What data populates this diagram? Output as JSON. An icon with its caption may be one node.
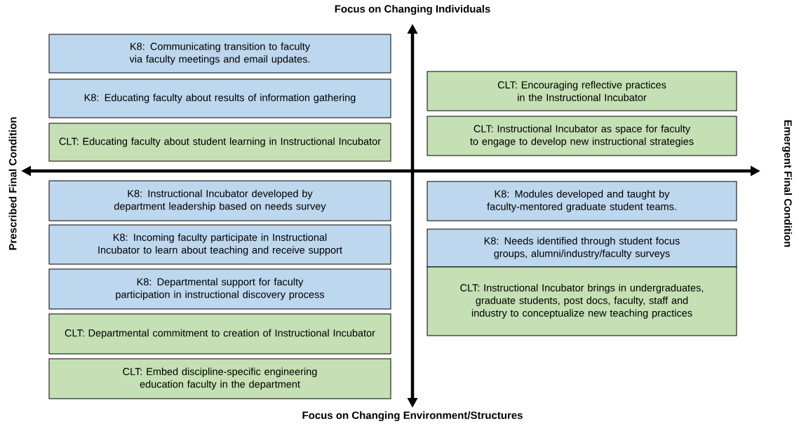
{
  "diagram": {
    "nodes": [
      {
        "text": [
          "K8: Communicating transition to faculty via faculty meetings and email updates."
        ]
      },
      {
        "text": [
          "K8: Educating faculty about results of information gathering"
        ]
      },
      {
        "text": [
          "CLT: Educating faculty about student learning in Instructional Incubator"
        ]
      },
      {
        "text": [
          "K8: Instructional Incubator developed by department leadership based on needs survey"
        ]
      },
      {
        "text": [
          "K8: Incoming faculty participate in Instructional Incubator to learn about teaching and receive support"
        ]
      },
      {
        "text": [
          "K8: Departmental support for faculty participation in instructional discovery process"
        ]
      },
      {
        "text": [
          "CLT: Departmental commitment to creation of Instructional Incubator"
        ]
      },
      {
        "text": [
          "CLT: Embed discipline-specific engineering education faculty in the department"
        ]
      },
      {
        "text": [
          "CLT: Encouraging reflective practices in the Instructional Incubator"
        ]
      },
      {
        "text": [
          "CLT: Instructional Incubator as space for faculty to engage to develop new instructional strategies"
        ]
      },
      {
        "text": [
          "K8: Modules developed and taught by faculty-mentored graduate student teams."
        ]
      },
      {
        "text": [
          "K8: Needs identified through student focus groups, alumni/industry/faculty surveys"
        ]
      },
      {
        "text": [
          "CLT: Instructional Incubator brings in undergraduates, graduate students, post docs, faculty, staff and industry to conceptualize new teaching practices"
        ]
      }
    ],
    "labels": [
      "Focus on Changing Individuals",
      "Prescribed Final Condition",
      "Emergent Final Condition",
      "Focus on Changing Environment/Structures"
    ]
  }
}
